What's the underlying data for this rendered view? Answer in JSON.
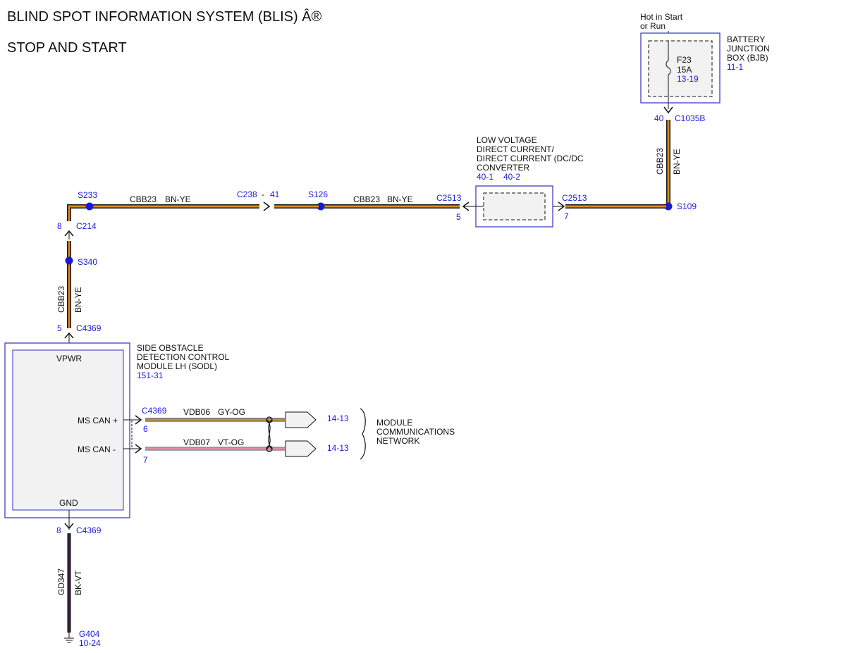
{
  "header": {
    "title": "BLIND SPOT INFORMATION SYSTEM (BLIS) Â®",
    "subtitle": "STOP AND START"
  },
  "bjb": {
    "feed": "Hot in Start",
    "feed2": "or Run",
    "name1": "BATTERY",
    "name2": "JUNCTION",
    "name3": "BOX (BJB)",
    "ref": "11-1",
    "fuse": "F23",
    "rating": "15A",
    "fuse_ref": "13-19",
    "pin": "40",
    "connector": "C1035B"
  },
  "vertical_wire_right": {
    "circuit": "CBB23",
    "color": "BN-YE"
  },
  "splices": {
    "s109": "S109",
    "s126": "S126",
    "s233": "S233",
    "s340": "S340"
  },
  "dcdc": {
    "line1": "LOW VOLTAGE",
    "line2": "DIRECT CURRENT/",
    "line3": "DIRECT CURRENT (DC/DC",
    "line4": "CONVERTER",
    "ref1": "40-1",
    "ref2": "40-2",
    "left_connector": "C2513",
    "left_pin": "5",
    "right_connector": "C2513",
    "right_pin": "7"
  },
  "top_wire_mid": {
    "circuit": "CBB23",
    "color": "BN-YE"
  },
  "top_wire_left": {
    "circuit": "CBB23",
    "color": "BN-YE"
  },
  "c238": {
    "connector": "C238",
    "dash": "-",
    "pin": "41"
  },
  "c214": {
    "pin": "8",
    "connector": "C214"
  },
  "left_vertical_wire": {
    "circuit": "CBB23",
    "color": "BN-YE"
  },
  "c4369_top": {
    "pin": "5",
    "connector": "C4369"
  },
  "sodl": {
    "line1": "SIDE OBSTACLE",
    "line2": "DETECTION CONTROL",
    "line3": "MODULE LH (SODL)",
    "ref": "151-31",
    "vpwr": "VPWR",
    "mscan_plus": "MS CAN +",
    "mscan_minus": "MS CAN -",
    "gnd": "GND"
  },
  "can": {
    "connector": "C4369",
    "pin_plus": "6",
    "pin_minus": "7",
    "circuit_plus": "VDB06",
    "color_plus": "GY-OG",
    "circuit_minus": "VDB07",
    "color_minus": "VT-OG",
    "ref_plus": "14-13",
    "ref_minus": "14-13",
    "net1": "MODULE",
    "net2": "COMMUNICATIONS",
    "net3": "NETWORK"
  },
  "ground": {
    "pin": "8",
    "connector": "C4369",
    "circuit": "GD347",
    "color": "BK-VT",
    "g": "G404",
    "ref": "10-24"
  },
  "colors": {
    "bn_ye_outer": "#1a1a1a",
    "bn_ye_mid": "#8b4513",
    "bn_ye_stripe": "#f5a623",
    "gy_og": "#a08a5a",
    "vt_og": "#e88aa8",
    "bk_vt": "#3a1a40",
    "ref_blue": "#1a1ad6",
    "box_blue": "#3030c0"
  }
}
